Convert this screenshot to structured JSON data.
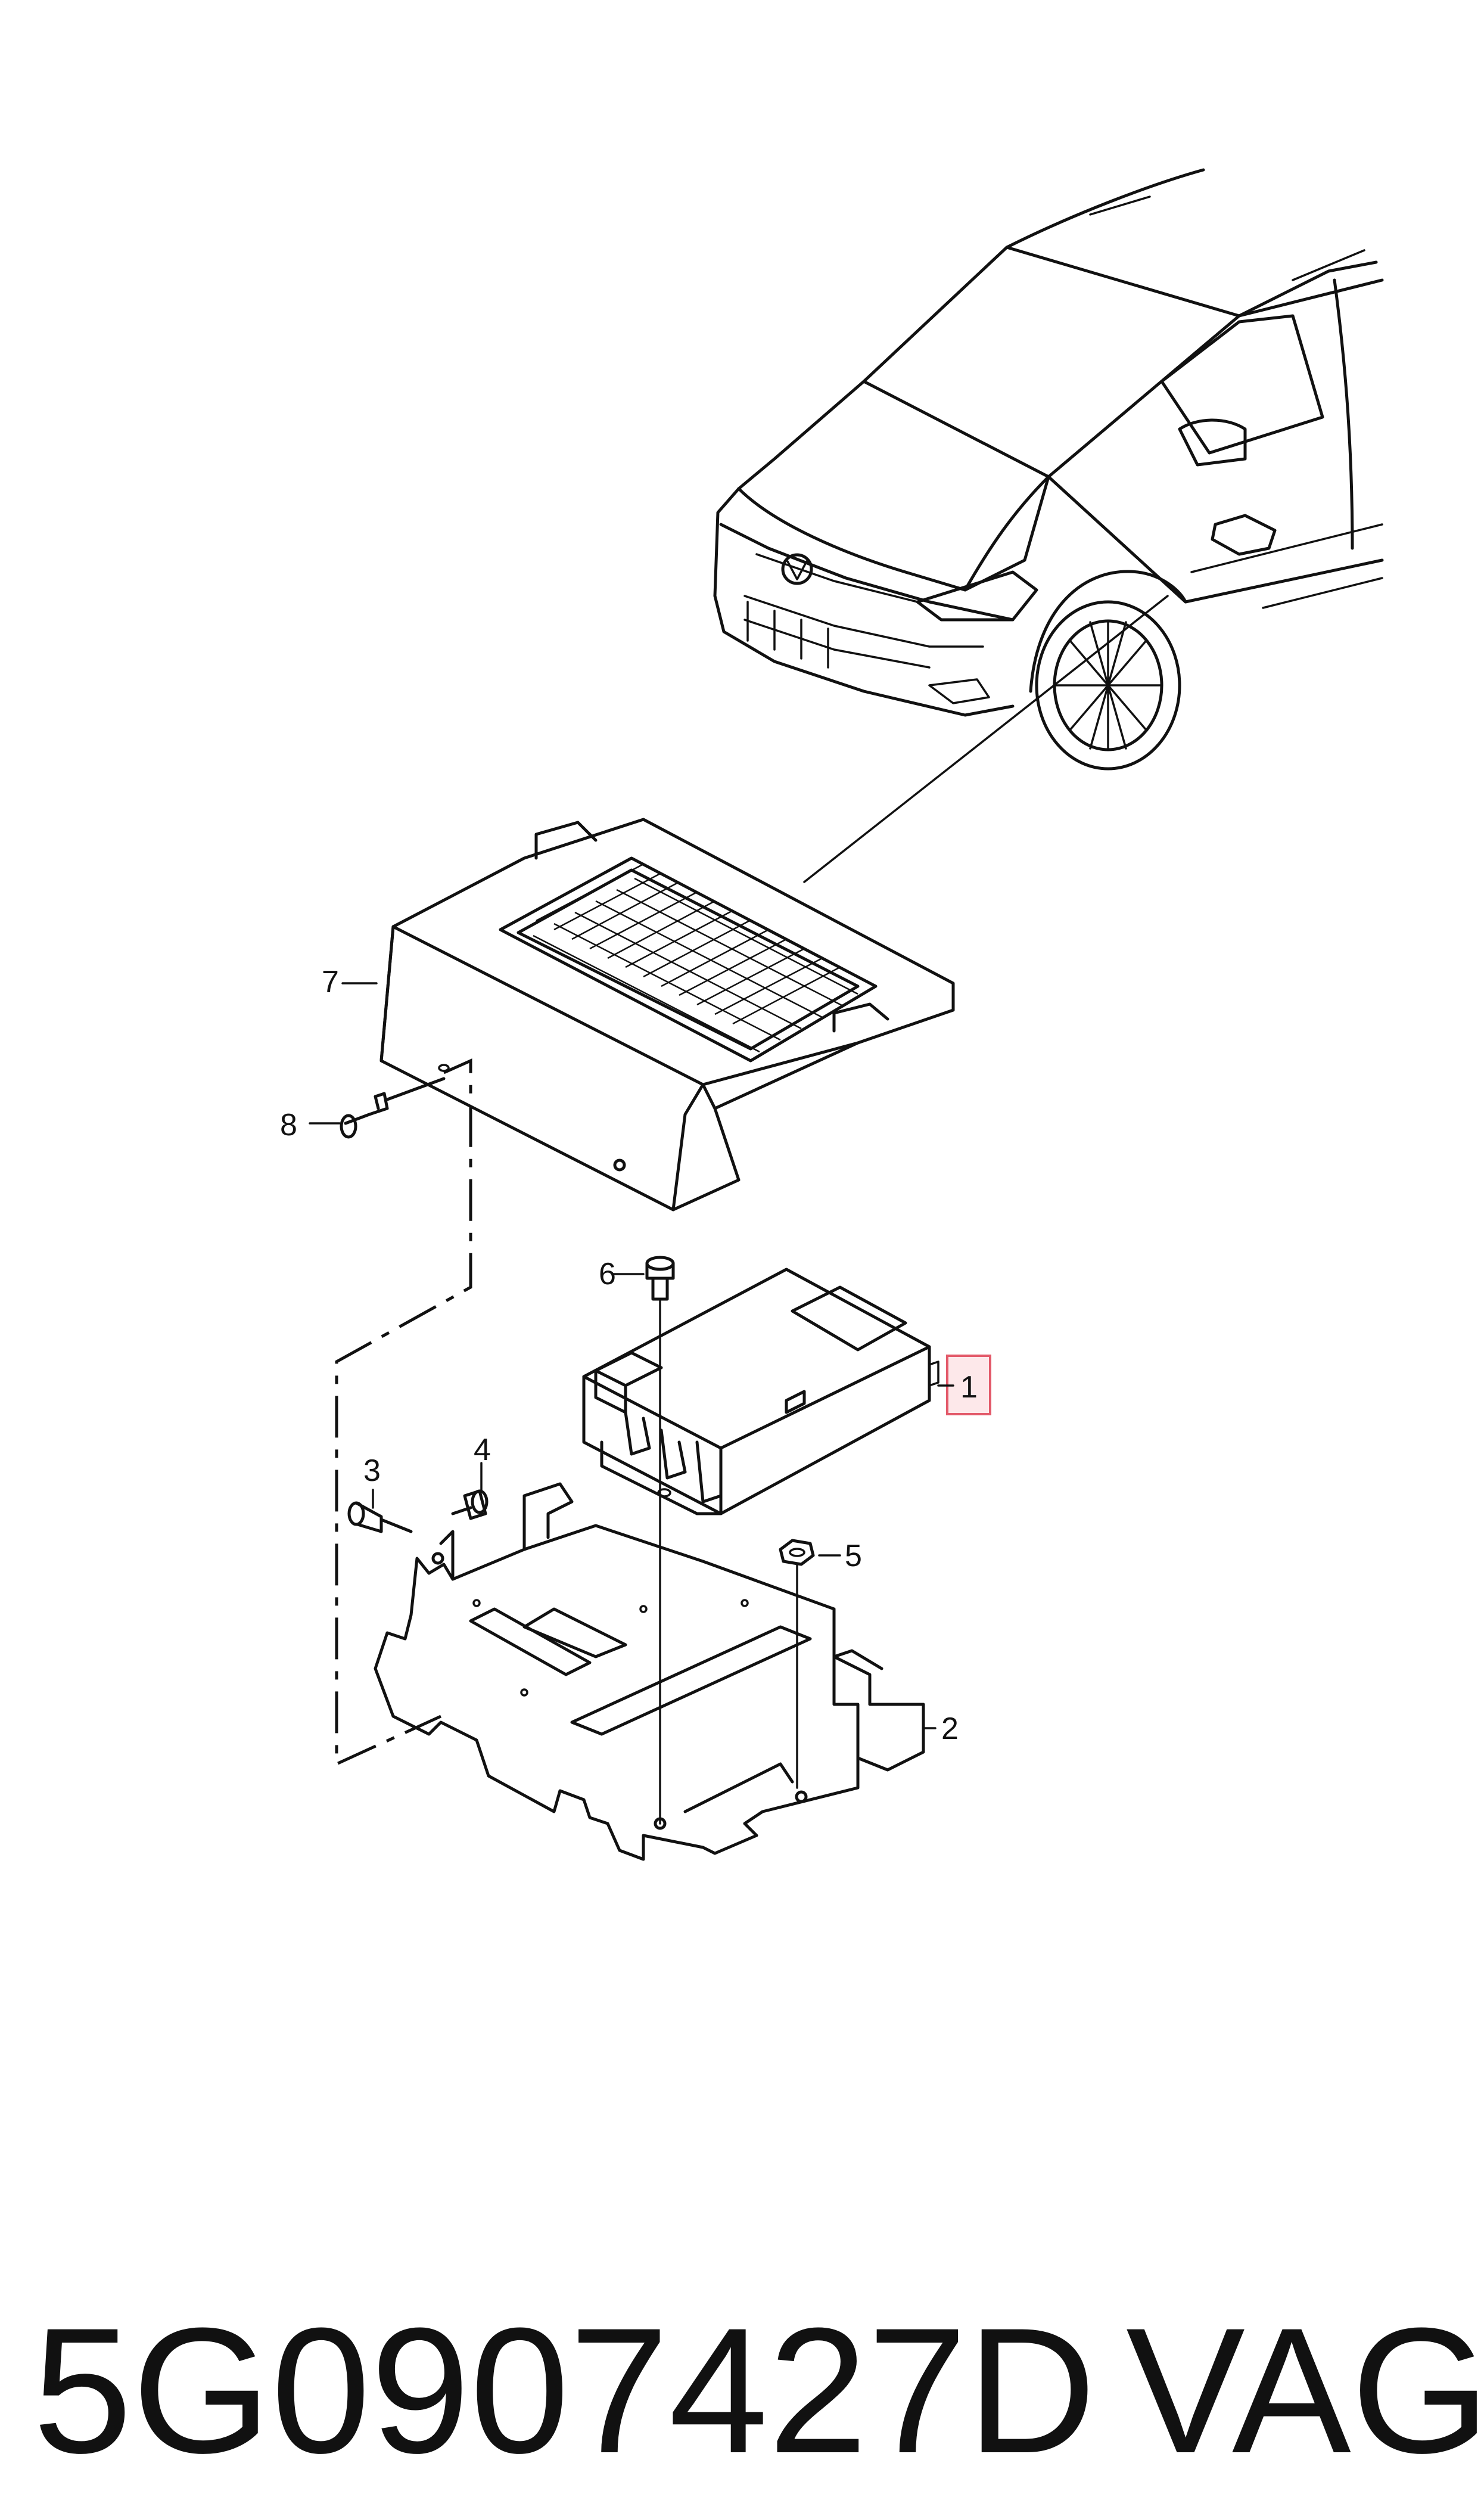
{
  "callouts": {
    "c1": "1",
    "c2": "2",
    "c3": "3",
    "c4": "4",
    "c5": "5",
    "c6": "6",
    "c7": "7",
    "c8": "8"
  },
  "highlight_color": "#e35a6a",
  "footer": {
    "part_number": "5G0907427D",
    "brand": "VAG"
  }
}
